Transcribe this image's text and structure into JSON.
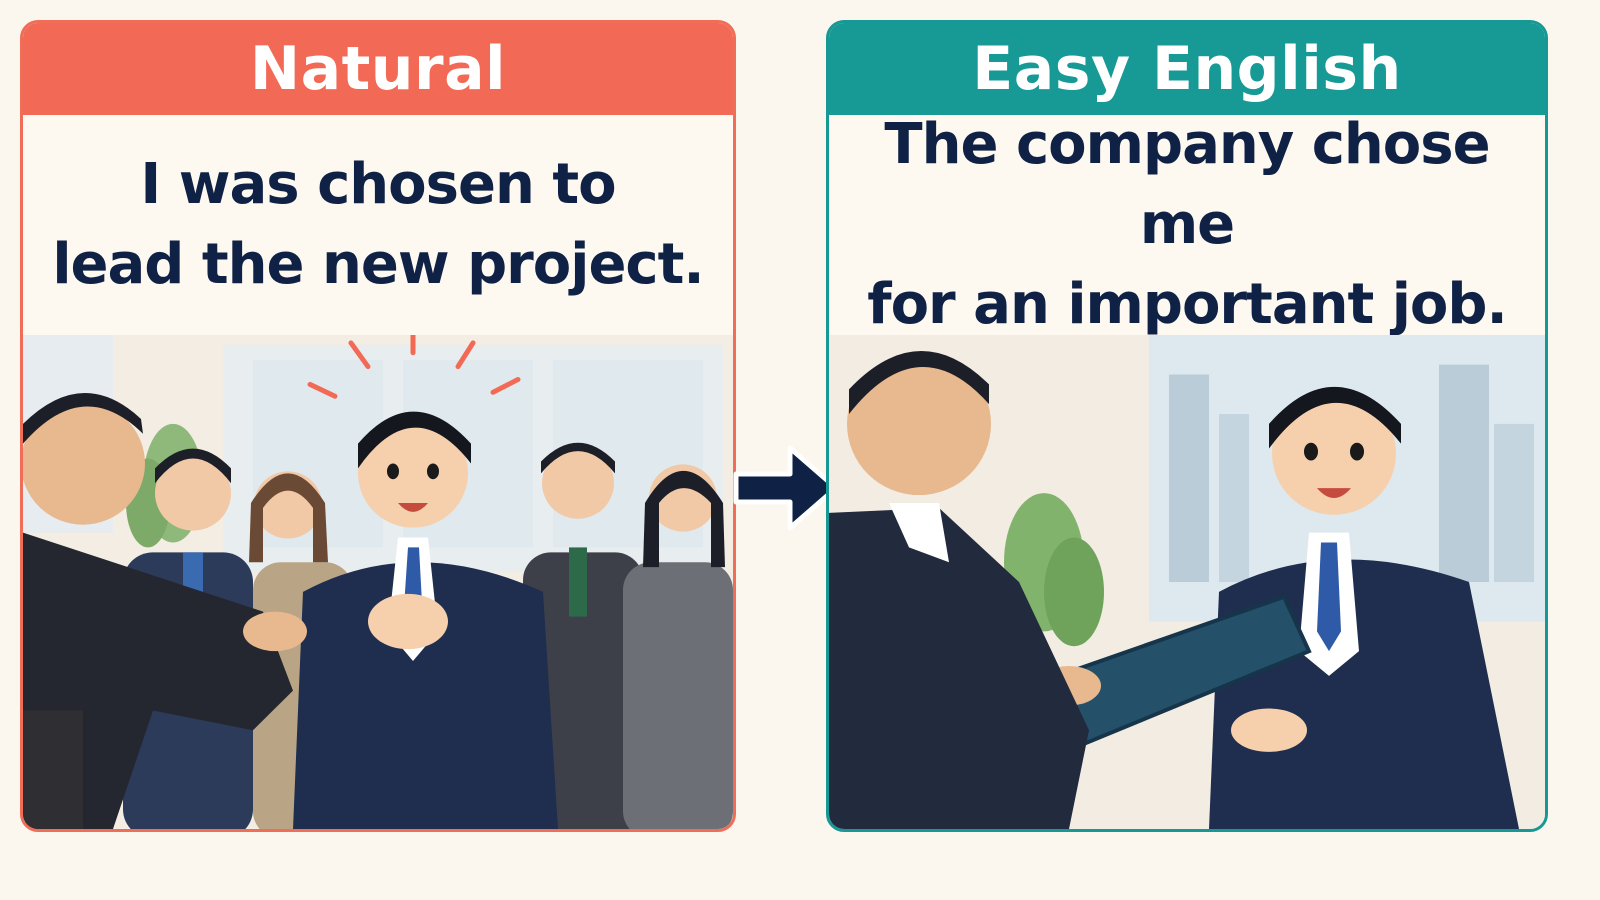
{
  "left_panel": {
    "title": "Natural",
    "lines": [
      "I was chosen to",
      "lead the new project."
    ],
    "accent": "#f26a56"
  },
  "right_panel": {
    "title": "Easy English",
    "lines": [
      "The company chose me",
      "for an important job."
    ],
    "accent": "#179a96"
  },
  "arrow_icon": "arrow-right-icon",
  "text_color": "#0f2145"
}
